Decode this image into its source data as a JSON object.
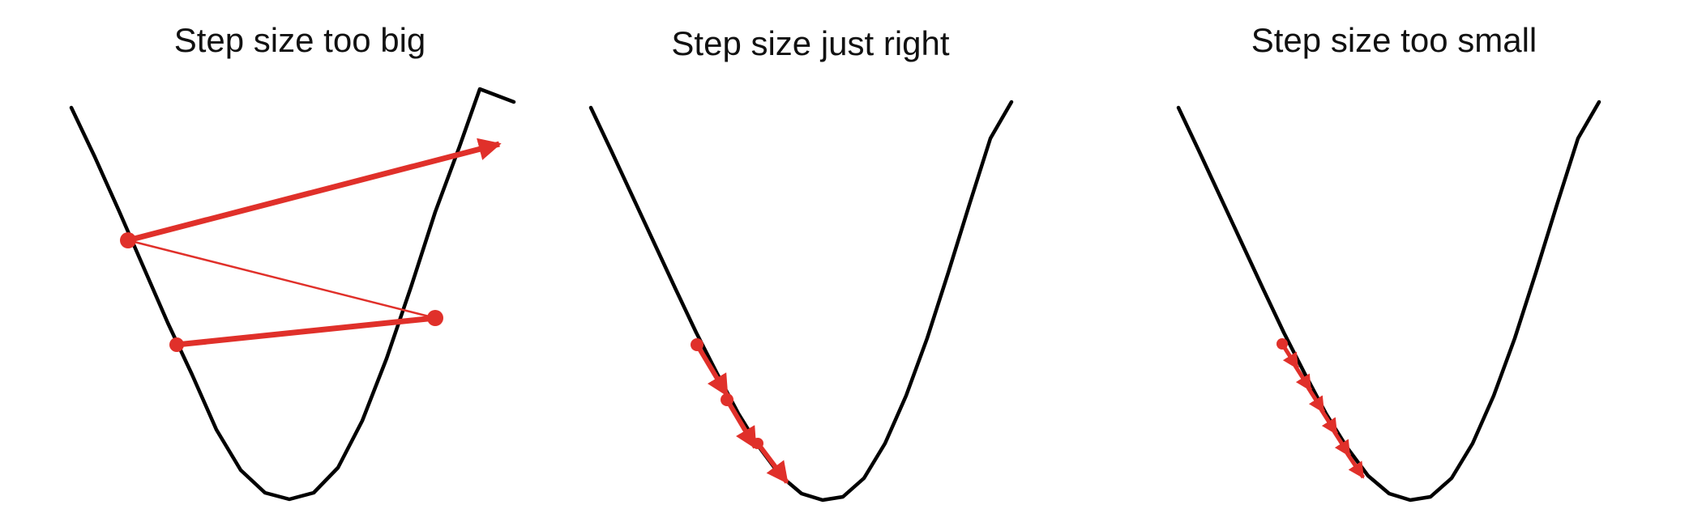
{
  "colors": {
    "curve": "#000000",
    "step": "#e0302a",
    "background": "#ffffff"
  },
  "panels": [
    {
      "title": "Step size too big",
      "case": "overshoot",
      "num_steps": 3,
      "step_weights": [
        "thick",
        "thin",
        "thick"
      ]
    },
    {
      "title": "Step size just right",
      "case": "converging",
      "num_steps": 3
    },
    {
      "title": "Step size too small",
      "case": "tiny-steps",
      "num_steps": 6
    }
  ]
}
